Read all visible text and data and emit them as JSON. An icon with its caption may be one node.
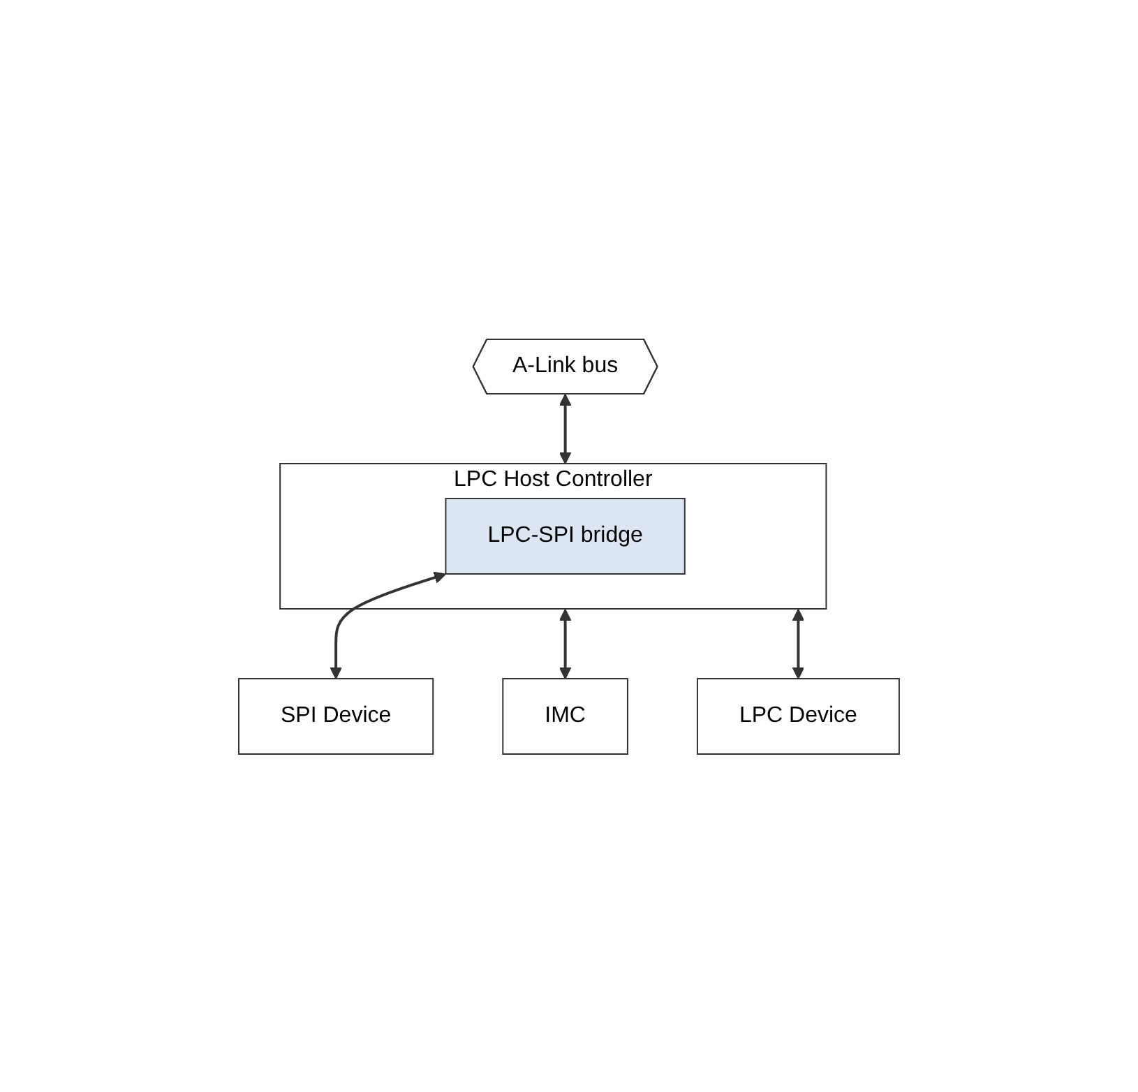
{
  "diagram": {
    "nodes": [
      {
        "text": [
          "A-Link bus"
        ]
      },
      {
        "text": [
          "LPC Host Controller"
        ]
      },
      {
        "text": [
          "LPC-SPI bridge"
        ],
        "in": 1
      },
      {
        "text": [
          "IMC"
        ]
      },
      {
        "text": [
          "LPC Device"
        ]
      },
      {
        "text": [
          "SPI Device"
        ]
      }
    ],
    "edges": [
      {
        "from": 0,
        "to": 1,
        "arrow": "both"
      },
      {
        "from": 1,
        "to": 3,
        "arrow": "both"
      },
      {
        "from": 1,
        "to": 4,
        "arrow": "both"
      },
      {
        "from": 2,
        "to": 5,
        "arrow": "both"
      }
    ]
  }
}
